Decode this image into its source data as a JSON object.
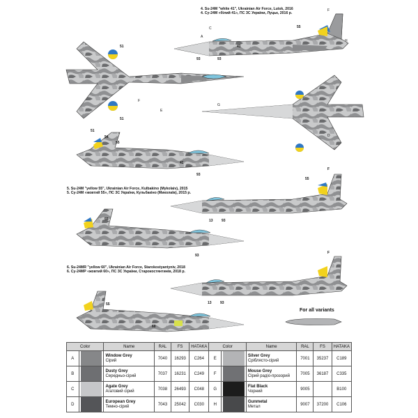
{
  "variants": [
    {
      "title_en": "4. Su-24M \"white 41\", Ukrainian Air Force, Lutsk, 2016",
      "title_ua": "4. Су-24М «білий 41», ПС ЗС України, Луцьк, 2016 р."
    },
    {
      "title_en": "5. Su-24M \"yellow 55\", Ukrainian Air Force, Kulbakino (Mykolaiv), 2015",
      "title_ua": "5. Су-24М «жовтий 55», ПС ЗС України, Кульбакіно (Миколаїв), 2015 р."
    },
    {
      "title_en": "6. Su-24MR \"yellow 60\", Ukrainian Air Force, Starokostyantyniv, 2018",
      "title_ua": "6. Су-24МР «жовтий 60», ПС ЗС України, Старокостянтинів, 2018 р."
    }
  ],
  "tail_numbers": {
    "white41": "41",
    "yellow51": "51",
    "yellow54": "54",
    "yellow55": "55",
    "nose93": "93",
    "nose60": "60",
    "n13": "13",
    "n41b": "41"
  },
  "callout_letters": {
    "a": "A",
    "b": "B",
    "c": "C",
    "d": "D",
    "e": "E",
    "f": "F",
    "g": "G",
    "h": "H"
  },
  "all_variants_label": "For all variants",
  "table": {
    "headers": {
      "color": "Color",
      "name": "Name",
      "ral": "RAL",
      "fs": "FS",
      "hataka": "HATAKA"
    },
    "left": [
      {
        "idx": "A",
        "swatch": "#868789",
        "name_en": "Window Grey",
        "name_ua": "Сірий",
        "ral": "7040",
        "fs": "16293",
        "hataka": "C264"
      },
      {
        "idx": "B",
        "swatch": "#6e6f72",
        "name_en": "Dusty Grey",
        "name_ua": "Середньо-сірий",
        "ral": "7037",
        "fs": "16231",
        "hataka": "C249"
      },
      {
        "idx": "C",
        "swatch": "#c6c7c9",
        "name_en": "Agate Grey",
        "name_ua": "Агатовий сірий",
        "ral": "7038",
        "fs": "26493",
        "hataka": "C048"
      },
      {
        "idx": "D",
        "swatch": "#545558",
        "name_en": "European Grey",
        "name_ua": "Темно-сірий",
        "ral": "7043",
        "fs": "25042",
        "hataka": "C030"
      }
    ],
    "right": [
      {
        "idx": "E",
        "swatch": "#b3b4b6",
        "name_en": "Silver Grey",
        "name_ua": "Сріблясто-сірий",
        "ral": "7001",
        "fs": "35237",
        "hataka": "C189"
      },
      {
        "idx": "F",
        "swatch": "#707174",
        "name_en": "Mouse Grey",
        "name_ua": "Сірий радіо-прозорий",
        "ral": "7005",
        "fs": "36187",
        "hataka": "C335"
      },
      {
        "idx": "G",
        "swatch": "#1c1c1c",
        "name_en": "Flat Black",
        "name_ua": "Чорний",
        "ral": "9005",
        "fs": "",
        "hataka": "B100"
      },
      {
        "idx": "H",
        "swatch": "#48494b",
        "name_en": "Gunmetal",
        "name_ua": "Метал",
        "ral": "9007",
        "fs": "37200",
        "hataka": "C106"
      }
    ]
  },
  "colors": {
    "ua_blue": "#2f78c4",
    "ua_yellow": "#f2d21d",
    "camo_light": "#c9cacb",
    "camo_mid": "#9a9b9d",
    "camo_dark": "#5d5e60",
    "canopy": "#7fc6df"
  }
}
